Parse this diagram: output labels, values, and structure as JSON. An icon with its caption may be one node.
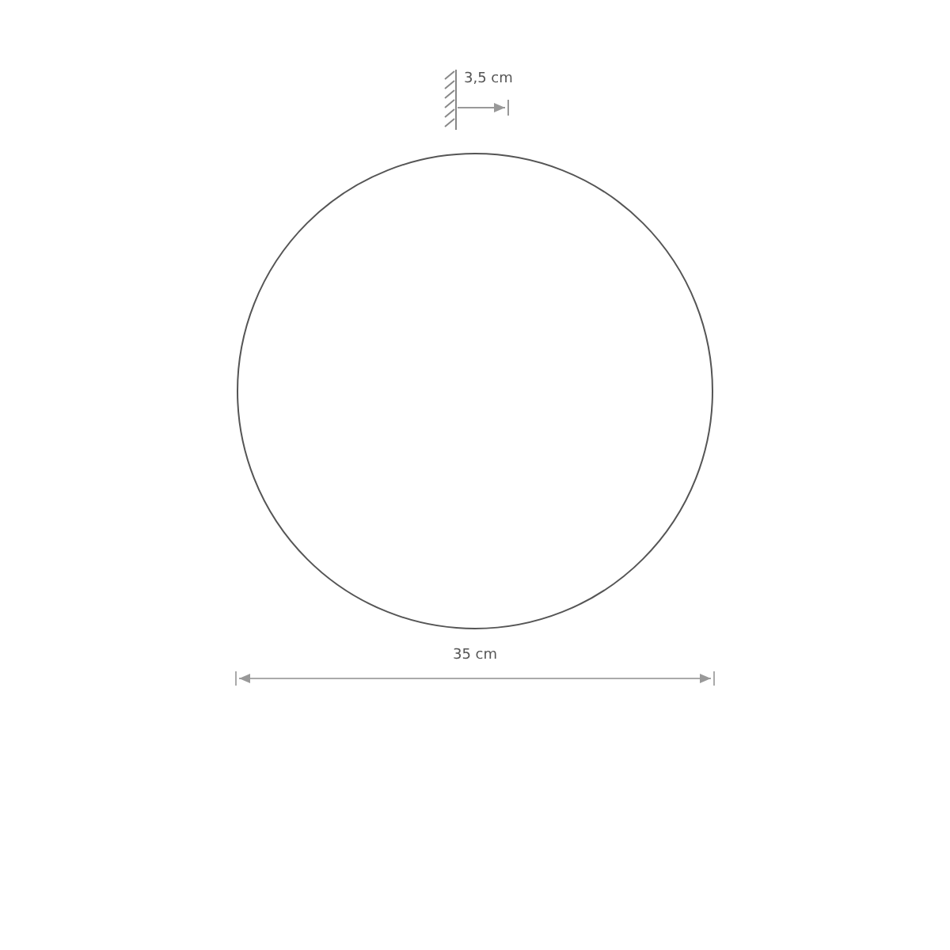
{
  "diagram": {
    "nodes": [
      {
        "text": [],
        "shape": "circle"
      }
    ],
    "labels": [
      "3,5 cm",
      "35 cm"
    ]
  }
}
